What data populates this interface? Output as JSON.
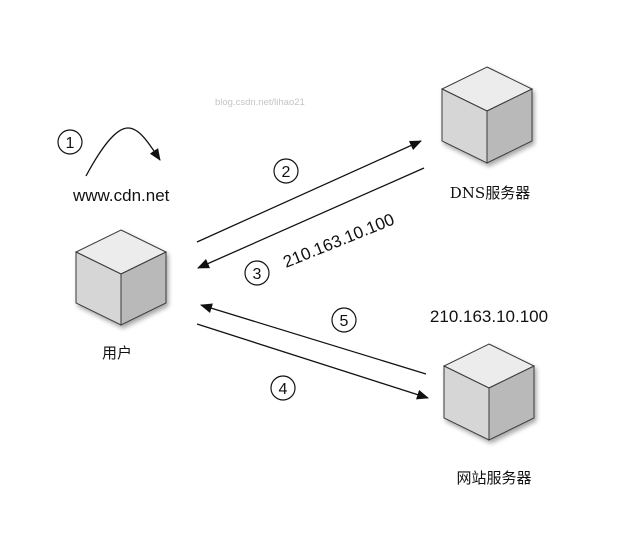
{
  "watermark": "blog.csdn.net/lihao21",
  "nodes": {
    "user": {
      "label": "用户"
    },
    "dns": {
      "label": "DNS服务器"
    },
    "web": {
      "label": "网站服务器",
      "ip": "210.163.10.100"
    }
  },
  "steps": {
    "s1": {
      "number": "1",
      "text": "www.cdn.net"
    },
    "s2": {
      "number": "2"
    },
    "s3": {
      "number": "3",
      "text": "210.163.10.100"
    },
    "s4": {
      "number": "4"
    },
    "s5": {
      "number": "5"
    }
  },
  "colors": {
    "cube_top": "#ececec",
    "cube_left": "#d6d6d6",
    "cube_right": "#b9b9b9",
    "stroke": "#3a3a3a",
    "arrow": "#111111"
  }
}
